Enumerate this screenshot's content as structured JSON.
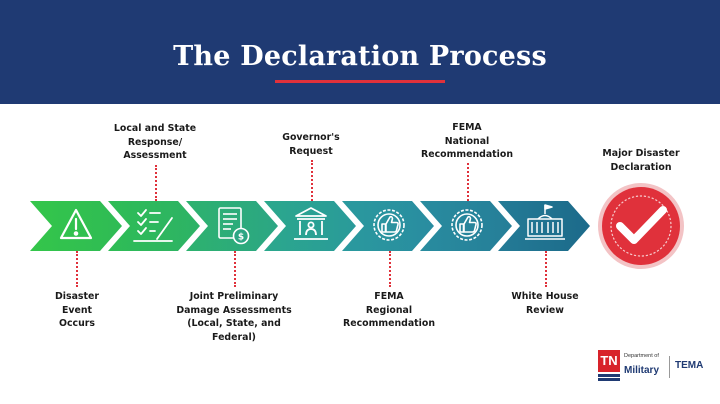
{
  "title": "The Declaration Process",
  "colors": {
    "header": "#1f3a73",
    "accent_red": "#e0313b",
    "chevron_gradient": [
      "#2ec24b",
      "#2fb07e",
      "#2a97a3",
      "#2a7f9c",
      "#1e6c8c"
    ],
    "seal_red": "#e0313b"
  },
  "steps": [
    {
      "label": "Disaster\nEvent\nOccurs",
      "icon": "warning-triangle-icon"
    },
    {
      "label": "Local and State\nResponse/\nAssessment",
      "icon": "checklist-icon"
    },
    {
      "label": "Joint Preliminary\nDamage Assessments\n(Local, State, and\nFederal)",
      "icon": "assessment-document-icon"
    },
    {
      "label": "Governor's\nRequest",
      "icon": "capitol-governor-icon"
    },
    {
      "label": "FEMA\nRegional\nRecommendation",
      "icon": "thumbs-up-badge-icon"
    },
    {
      "label": "FEMA\nNational\nRecommendation",
      "icon": "thumbs-up-badge-icon"
    },
    {
      "label": "White House\nReview",
      "icon": "white-house-icon"
    },
    {
      "label": "Major Disaster\nDeclaration",
      "icon": "checkmark-seal-icon"
    }
  ],
  "logo": {
    "tn": "TN",
    "department": "Department of",
    "military": "Military",
    "tema": "TEMA"
  }
}
